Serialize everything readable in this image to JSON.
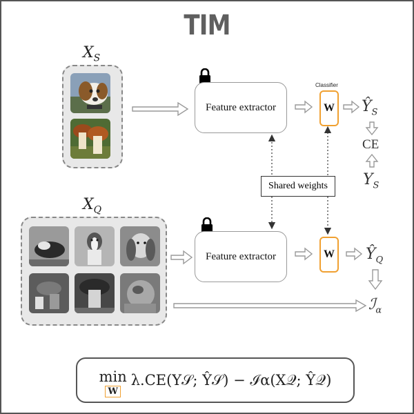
{
  "title": "TIM",
  "support": {
    "label_main": "X",
    "label_sub": "S"
  },
  "query": {
    "label_main": "X",
    "label_sub": "Q"
  },
  "feature_extractor": "Feature extractor",
  "classifier_label": "Classifier",
  "w_label": "W",
  "shared_weights": "Shared weights",
  "outputs": {
    "yhat_s": "Ŷ",
    "s_sub": "S",
    "ce": "CE",
    "y_s": "Y",
    "yhat_q": "Ŷ",
    "q_sub": "Q",
    "info": "ℐ",
    "alpha": "α"
  },
  "formula": {
    "min": "min",
    "w": "W",
    "text": "λ.CE(Y𝒮; Ŷ𝒮) − ℐα(X𝒬; Ŷ𝒬)"
  },
  "icons": {
    "lock": "lock-icon"
  },
  "colors": {
    "classifier_border": "#f0a030",
    "panel_bg": "#e8e8e8"
  }
}
